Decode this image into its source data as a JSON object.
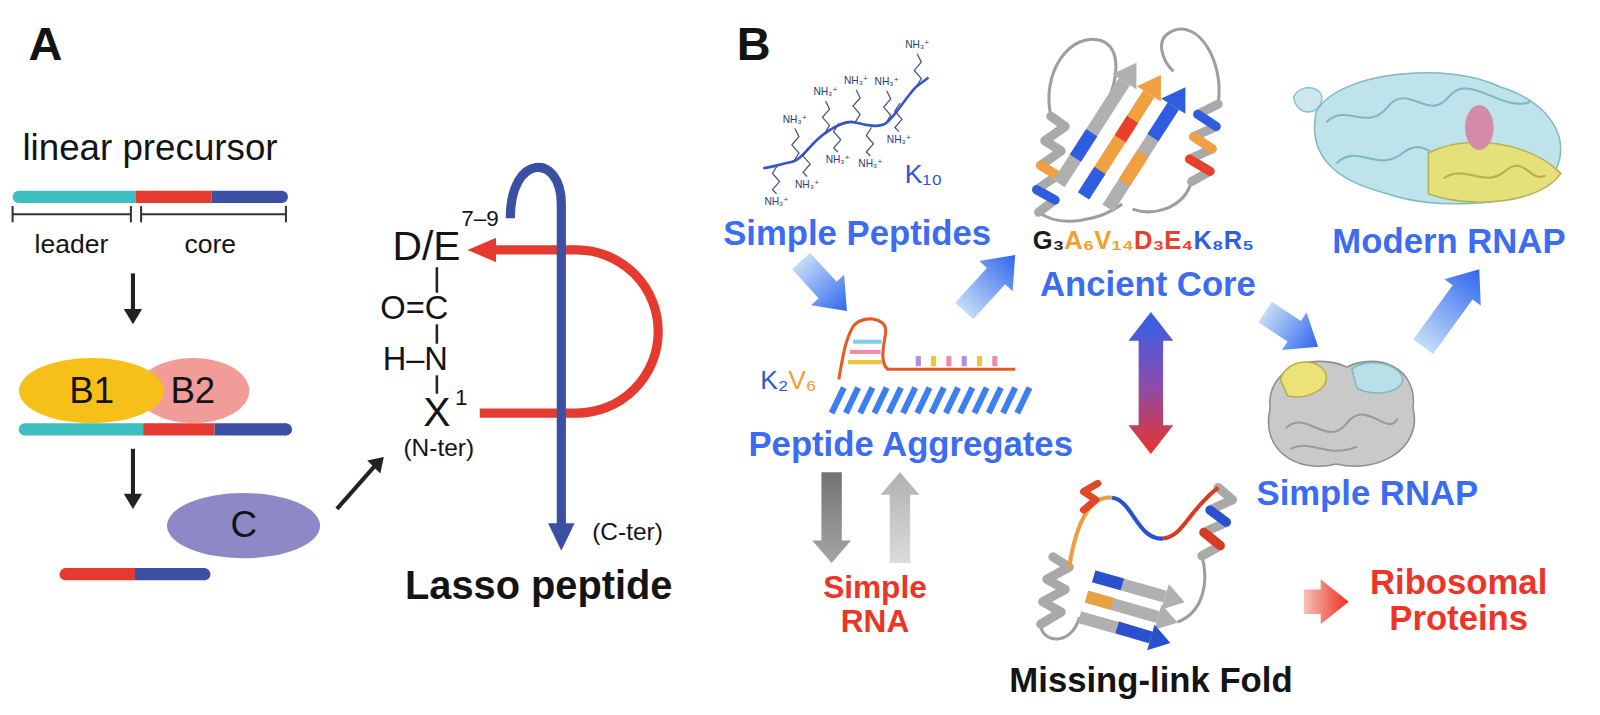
{
  "diagram": {
    "nodes": [
      {
        "text": [
          "B1"
        ]
      },
      {
        "text": [
          "B2"
        ]
      },
      {
        "text": [
          "C"
        ]
      },
      {
        "text": [
          "Simple Peptides"
        ]
      },
      {
        "text": [
          "Peptide Aggregates"
        ]
      },
      {
        "text": [
          "Ancient Core"
        ]
      },
      {
        "text": [
          "Modern RNAP"
        ]
      },
      {
        "text": [
          "Simple RNAP"
        ]
      },
      {
        "text": [
          "Simple RNA"
        ]
      },
      {
        "text": [
          "Missing-link Fold"
        ]
      },
      {
        "text": [
          "Ribosomal Proteins"
        ]
      }
    ],
    "edges": [
      {
        "from": 3,
        "to": 4,
        "arrow": "to"
      },
      {
        "from": 4,
        "to": 5,
        "arrow": "to"
      },
      {
        "from": 4,
        "to": 8,
        "arrow": "to"
      },
      {
        "from": 8,
        "to": 4,
        "arrow": "to"
      },
      {
        "from": 5,
        "to": 7,
        "arrow": "to"
      },
      {
        "from": 7,
        "to": 6,
        "arrow": "to"
      },
      {
        "from": 5,
        "to": 9,
        "arrow": "both"
      },
      {
        "from": 9,
        "to": 10,
        "arrow": "to"
      }
    ],
    "labels": [
      "A",
      "linear precursor",
      "leader",
      "core",
      "D/E",
      "7–9",
      "O=C",
      "H–N",
      "X",
      "1",
      "(N-ter)",
      "(C-ter)",
      "Lasso peptide",
      "B",
      "K₁₀",
      "K₂",
      "V₆",
      "G₃",
      "A₆",
      "V₁₄",
      "D₃",
      "E₄",
      "K₈",
      "R₅",
      "NH₃⁺",
      "NH₃⁺",
      "NH₃⁺",
      "NH₃⁺",
      "NH₃⁺",
      "NH₃⁺",
      "NH₃⁺",
      "NH₃⁺",
      "NH₃⁺",
      "NH₃⁺"
    ]
  }
}
